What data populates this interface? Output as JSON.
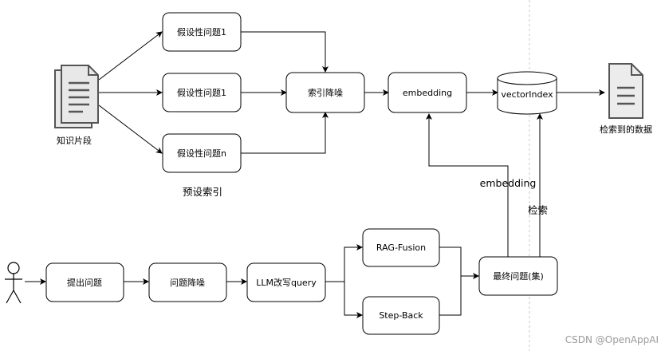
{
  "diagram": {
    "nodes": {
      "hypo_1a": "假设性问题1",
      "hypo_1b": "假设性问题1",
      "hypo_n": "假设性问题n",
      "index_denoise": "索引降噪",
      "embedding": "embedding",
      "vector_index": "vectorIndex",
      "ask": "提出问题",
      "question_denoise": "问题降噪",
      "llm_rewrite": "LLM改写query",
      "rag_fusion": "RAG-Fusion",
      "step_back": "Step-Back",
      "final_question": "最终问题(集)"
    },
    "labels": {
      "knowledge": "知识片段",
      "preset_index": "预设索引",
      "retrieved": "检索到的数据",
      "embedding_edge": "embedding",
      "retrieve_edge": "检索"
    },
    "icons": {
      "knowledge": "document-stack-icon",
      "retrieved": "document-icon",
      "user": "user-stick-figure-icon",
      "store": "database-cylinder-icon"
    },
    "watermark": "CSDN @OpenAppAI"
  }
}
